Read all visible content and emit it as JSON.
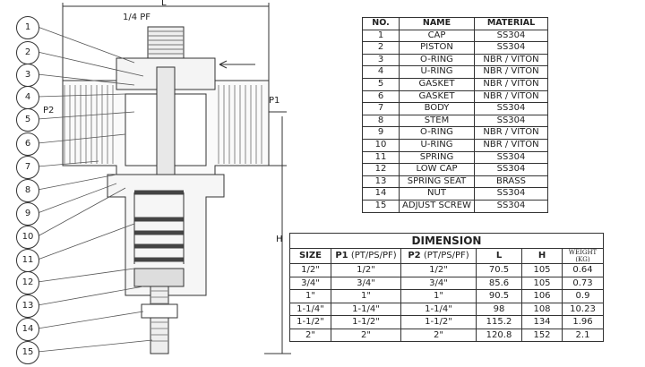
{
  "drawing": {
    "dim_L": "L",
    "dim_H": "H",
    "port_top": "1/4 PF",
    "port_p1": "P1",
    "port_p2": "P2",
    "callouts": [
      "1",
      "2",
      "3",
      "4",
      "5",
      "6",
      "7",
      "8",
      "9",
      "10",
      "11",
      "12",
      "13",
      "14",
      "15"
    ]
  },
  "parts_table": {
    "headers": [
      "NO.",
      "NAME",
      "MATERIAL"
    ],
    "rows": [
      [
        "1",
        "CAP",
        "SS304"
      ],
      [
        "2",
        "PISTON",
        "SS304"
      ],
      [
        "3",
        "O-RING",
        "NBR / VITON"
      ],
      [
        "4",
        "U-RING",
        "NBR / VITON"
      ],
      [
        "5",
        "GASKET",
        "NBR / VITON"
      ],
      [
        "6",
        "GASKET",
        "NBR / VITON"
      ],
      [
        "7",
        "BODY",
        "SS304"
      ],
      [
        "8",
        "STEM",
        "SS304"
      ],
      [
        "9",
        "O-RING",
        "NBR / VITON"
      ],
      [
        "10",
        "U-RING",
        "NBR / VITON"
      ],
      [
        "11",
        "SPRING",
        "SS304"
      ],
      [
        "12",
        "LOW CAP",
        "SS304"
      ],
      [
        "13",
        "SPRING SEAT",
        "BRASS"
      ],
      [
        "14",
        "NUT",
        "SS304"
      ],
      [
        "15",
        "ADJUST SCREW",
        "SS304"
      ]
    ]
  },
  "dimension_table": {
    "title": "DIMENSION",
    "headers": [
      "SIZE",
      "P1",
      "(PT/PS/PF)",
      "P2",
      "(PT/PS/PF)",
      "L",
      "H",
      "WEIGHT",
      "(KG)"
    ],
    "rows": [
      [
        "1/2\"",
        "1/2\"",
        "1/2\"",
        "70.5",
        "105",
        "0.64"
      ],
      [
        "3/4\"",
        "3/4\"",
        "3/4\"",
        "85.6",
        "105",
        "0.73"
      ],
      [
        "1\"",
        "1\"",
        "1\"",
        "90.5",
        "106",
        "0.9"
      ],
      [
        "1-1/4\"",
        "1-1/4\"",
        "1-1/4\"",
        "98",
        "108",
        "10.23"
      ],
      [
        "1-1/2\"",
        "1-1/2\"",
        "1-1/2\"",
        "115.2",
        "134",
        "1.96"
      ],
      [
        "2\"",
        "2\"",
        "2\"",
        "120.8",
        "152",
        "2.1"
      ]
    ]
  }
}
